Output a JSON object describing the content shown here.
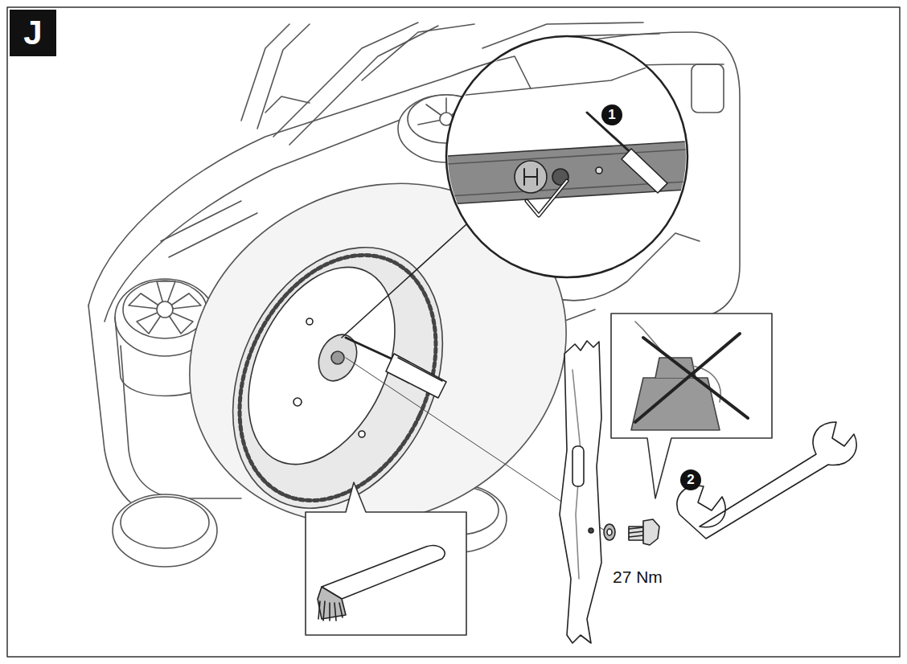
{
  "diagram": {
    "labels": [
      "J",
      "1",
      "2",
      "27 Nm"
    ]
  }
}
